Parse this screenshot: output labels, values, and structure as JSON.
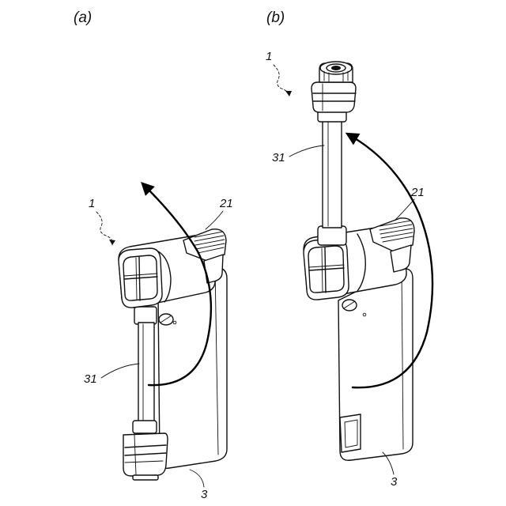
{
  "figures": [
    {
      "caption": "(a)",
      "labels": {
        "device": "1",
        "knob": "21",
        "tube": "31",
        "body": "3"
      }
    },
    {
      "caption": "(b)",
      "labels": {
        "device": "1",
        "knob": "21",
        "tube": "31",
        "body": "3"
      }
    }
  ]
}
